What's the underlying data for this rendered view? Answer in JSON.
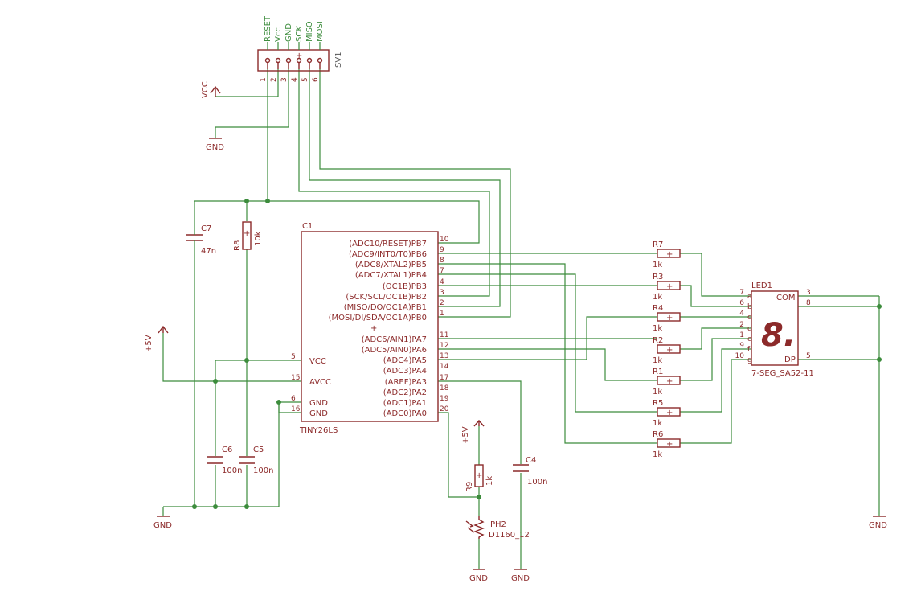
{
  "connector": {
    "name": "SV1",
    "signals": [
      "RESET",
      "Vcc",
      "GND",
      "SCK",
      "MISO",
      "MOSI"
    ],
    "pins": [
      "1",
      "2",
      "3",
      "4",
      "5",
      "6"
    ],
    "plus": "+"
  },
  "power": {
    "vcc": "VCC",
    "gnd": "GND",
    "p5v": "+5V"
  },
  "ic": {
    "name": "IC1",
    "part": "TINY26LS",
    "plus": "+",
    "right_pins": [
      {
        "label": "(ADC10/RESET)PB7",
        "num": "10"
      },
      {
        "label": "(ADC9/INT0/T0)PB6",
        "num": "9"
      },
      {
        "label": "(ADC8/XTAL2)PB5",
        "num": "8"
      },
      {
        "label": "(ADC7/XTAL1)PB4",
        "num": "7"
      },
      {
        "label": "(OC1B)PB3",
        "num": "4"
      },
      {
        "label": "(SCK/SCL/OC1B)PB2",
        "num": "3"
      },
      {
        "label": "(MISO/DO/OC1A)PB1",
        "num": "2"
      },
      {
        "label": "(MOSI/DI/SDA/OC1A)PB0",
        "num": "1"
      },
      {
        "label": "(ADC6/AIN1)PA7",
        "num": "11"
      },
      {
        "label": "(ADC5/AIN0)PA6",
        "num": "12"
      },
      {
        "label": "(ADC4)PA5",
        "num": "13"
      },
      {
        "label": "(ADC3)PA4",
        "num": "14"
      },
      {
        "label": "(AREF)PA3",
        "num": "17"
      },
      {
        "label": "(ADC2)PA2",
        "num": "18"
      },
      {
        "label": "(ADC1)PA1",
        "num": "19"
      },
      {
        "label": "(ADC0)PA0",
        "num": "20"
      }
    ],
    "left_pins": [
      {
        "label": "VCC",
        "num": "5"
      },
      {
        "label": "AVCC",
        "num": "15"
      },
      {
        "label": "GND",
        "num": "6"
      },
      {
        "label": "GND",
        "num": "16"
      }
    ]
  },
  "components": {
    "c7": {
      "name": "C7",
      "value": "47n"
    },
    "r8": {
      "name": "R8",
      "value": "10k"
    },
    "c6": {
      "name": "C6",
      "value": "100n"
    },
    "c5": {
      "name": "C5",
      "value": "100n"
    },
    "c4": {
      "name": "C4",
      "value": "100n"
    },
    "r9": {
      "name": "R9",
      "value": "1k"
    },
    "ph2": {
      "name": "PH2",
      "value": "D1160_12"
    },
    "resistors": [
      {
        "name": "R7",
        "value": "1k"
      },
      {
        "name": "R3",
        "value": "1k"
      },
      {
        "name": "R4",
        "value": "1k"
      },
      {
        "name": "R2",
        "value": "1k"
      },
      {
        "name": "R1",
        "value": "1k"
      },
      {
        "name": "R5",
        "value": "1k"
      },
      {
        "name": "R6",
        "value": "1k"
      }
    ]
  },
  "led": {
    "name": "LED1",
    "part": "7-SEG_SA52-11",
    "digit": "8.",
    "com": "COM",
    "dp": "DP",
    "segments": [
      {
        "num": "7",
        "seg": "a"
      },
      {
        "num": "6",
        "seg": "b"
      },
      {
        "num": "4",
        "seg": "c"
      },
      {
        "num": "2",
        "seg": "d"
      },
      {
        "num": "1",
        "seg": "e"
      },
      {
        "num": "9",
        "seg": "f"
      },
      {
        "num": "10",
        "seg": "g"
      }
    ],
    "right_nums": [
      "3",
      "8",
      "5"
    ]
  }
}
